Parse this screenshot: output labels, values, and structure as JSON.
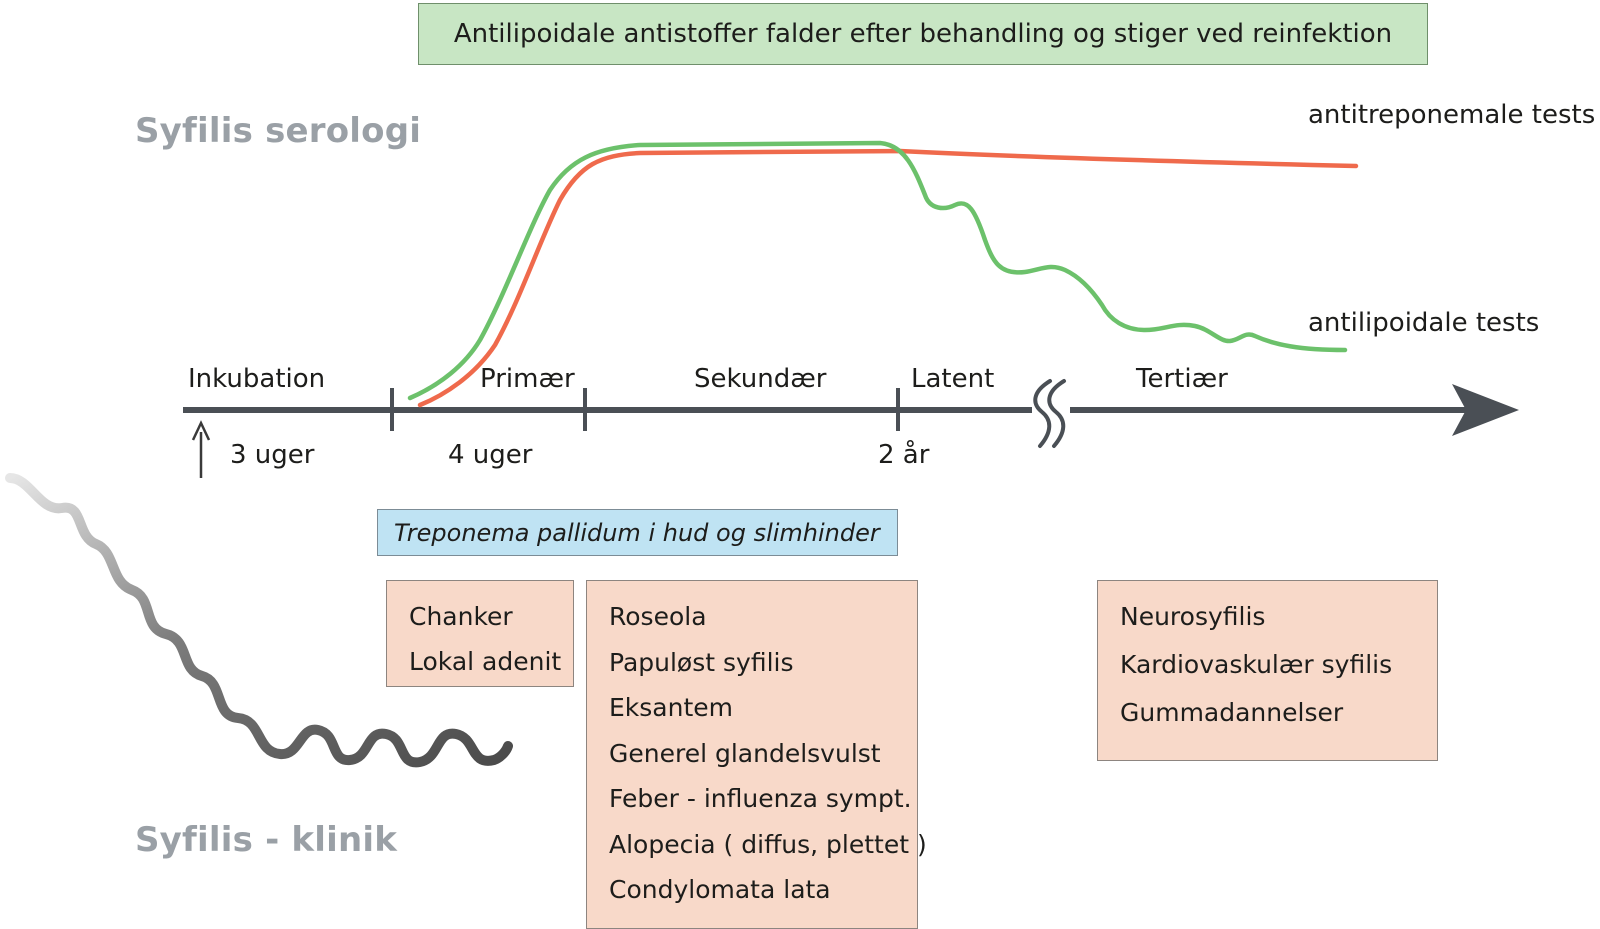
{
  "banner": "Antilipoidale antistoffer falder efter behandling og stiger ved reinfektion",
  "serology_title": "Syfilis serologi",
  "clinic_title": "Syfilis - klinik",
  "series": {
    "antitreponemal": {
      "label": "antitreponemale tests",
      "color": "#ef6a4c"
    },
    "antilipoidal": {
      "label": "antilipoidale tests",
      "color": "#6cc16b"
    }
  },
  "timeline": {
    "stages": [
      "Inkubation",
      "Primær",
      "Sekundær",
      "Latent",
      "Tertiær"
    ],
    "time_marks": [
      "3 uger",
      "4 uger",
      "2 år"
    ],
    "axis_color": "#4a4f55"
  },
  "treponema_box": "Treponema pallidum i hud og slimhinder",
  "clinic": {
    "primary": [
      "Chanker",
      "Lokal adenit"
    ],
    "secondary": [
      "Roseola",
      "Papuløst syfilis",
      "Eksantem",
      "Generel glandelsvulst",
      "Feber - influenza sympt.",
      "Alopecia ( diffus, plettet )",
      "Condylomata lata"
    ],
    "tertiary": [
      "Neurosyfilis",
      "Kardiovaskulær syfilis",
      "Gummadannelser"
    ]
  }
}
